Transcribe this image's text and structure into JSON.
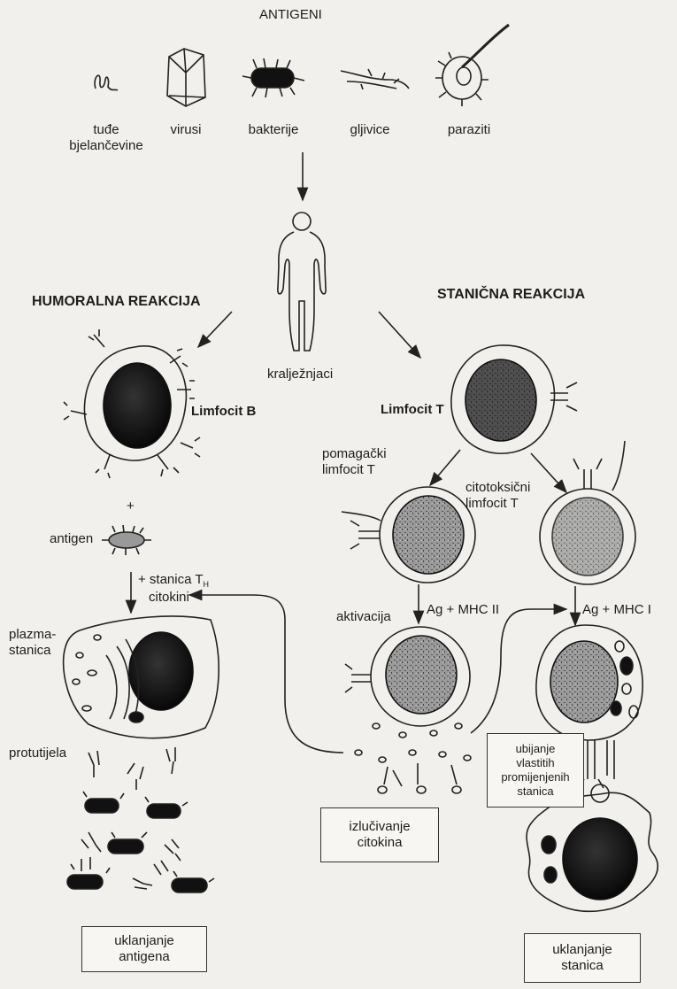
{
  "title": "ANTIGENI",
  "antigens": [
    {
      "label": "tuđe\nbjelančevine"
    },
    {
      "label": "virusi"
    },
    {
      "label": "bakterije"
    },
    {
      "label": "gljivice"
    },
    {
      "label": "paraziti"
    }
  ],
  "host_label": "kralježnjaci",
  "humoral": {
    "title": "HUMORALNA REAKCIJA",
    "cell_label": "Limfocit B",
    "plus": "+",
    "antigen_label": "antigen",
    "helper_label_a": "+ stanica T",
    "helper_label_sub": "H",
    "helper_label_b": "citokini",
    "plasma_label": "plazma-\nstanica",
    "antibody_label": "protutijela",
    "outcome": "uklanjanje\nantigena"
  },
  "cellular": {
    "title": "STANIČNA REAKCIJA",
    "cell_label": "Limfocit T",
    "helper_label": "pomagački\nlimfocit T",
    "cytotoxic_label": "citotoksični\nlimfocit T",
    "ag_mhc2": "Ag + MHC II",
    "ag_mhc1": "Ag + MHC I",
    "activation_label": "aktivacija",
    "cytokine_box": "izlučivanje\ncitokina",
    "kill_box": "ubijanje\nvlastitih\npromijenjenih\nstanica",
    "outcome": "uklanjanje\nstanica"
  }
}
